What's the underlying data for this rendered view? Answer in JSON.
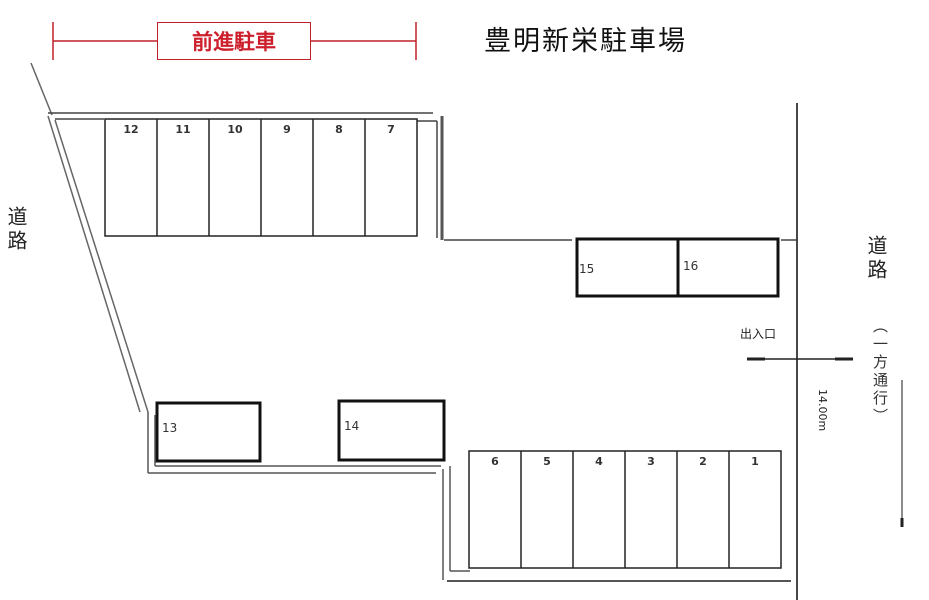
{
  "title": "豊明新栄駐車場",
  "forward_parking": {
    "label": "前進駐車",
    "color": "#cc1f2b"
  },
  "road_labels": {
    "left": "道路",
    "right": "道路",
    "one_way": "（一方通行）"
  },
  "entrance_label": "出入口",
  "dimension_label": "14.00m",
  "top_row_slots": [
    {
      "number": "12"
    },
    {
      "number": "11"
    },
    {
      "number": "10"
    },
    {
      "number": "9"
    },
    {
      "number": "8"
    },
    {
      "number": "7"
    }
  ],
  "bottom_row_slots": [
    {
      "number": "6"
    },
    {
      "number": "5"
    },
    {
      "number": "4"
    },
    {
      "number": "3"
    },
    {
      "number": "2"
    },
    {
      "number": "1"
    }
  ],
  "horizontal_slots": [
    {
      "number": "15"
    },
    {
      "number": "16"
    },
    {
      "number": "13"
    },
    {
      "number": "14"
    }
  ]
}
